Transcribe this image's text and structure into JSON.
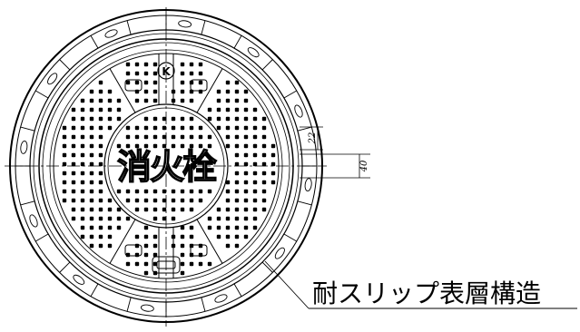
{
  "drawing": {
    "emblem_text": "消火栓",
    "top_mark": "K",
    "callout_label": "耐スリップ表層構造",
    "dimensions": {
      "upper": "22",
      "lower": "40"
    }
  },
  "colors": {
    "line": "#000000",
    "background": "#ffffff"
  }
}
